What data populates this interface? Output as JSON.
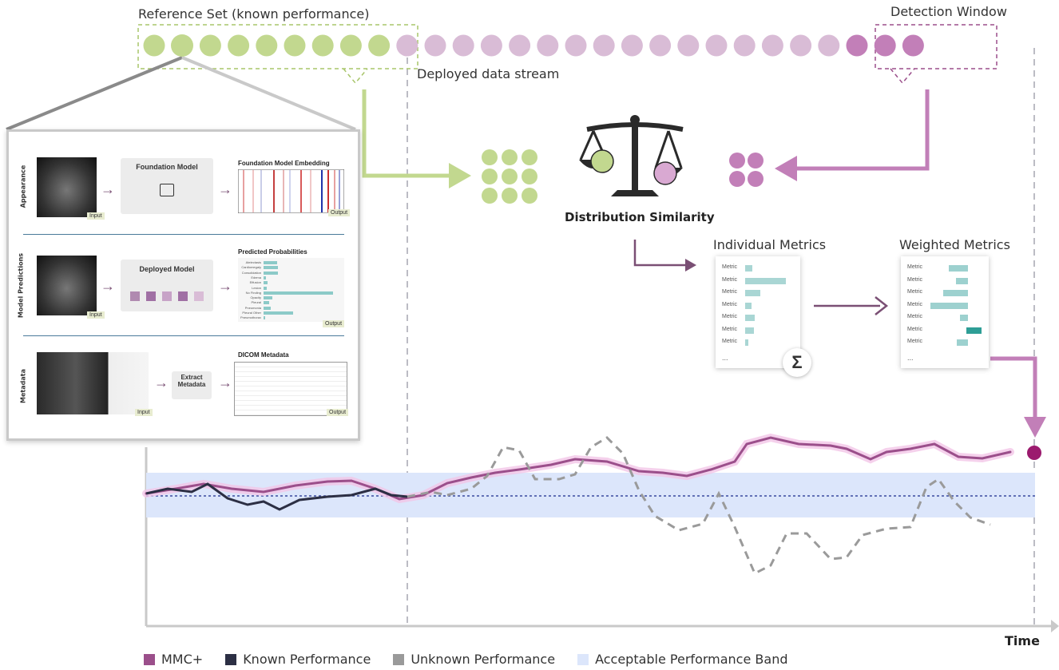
{
  "labels": {
    "reference_set": "Reference Set (known performance)",
    "detection_window": "Detection Window",
    "deployed_stream": "Deployed data stream",
    "distribution_similarity": "Distribution Similarity",
    "individual_metrics": "Individual Metrics",
    "weighted_metrics": "Weighted Metrics",
    "time_axis": "Time",
    "sum_symbol": "Σ"
  },
  "panel": {
    "rows": [
      {
        "side": "Appearance",
        "box": "Foundation Model",
        "out_title": "Foundation Model Embedding",
        "input": "Input",
        "output": "Output"
      },
      {
        "side": "Model Predictions",
        "box": "Deployed Model",
        "out_title": "Predicted Probabilities",
        "input": "Input",
        "output": "Output"
      },
      {
        "side": "Metadata",
        "box": "Extract\nMetadata",
        "out_title": "DICOM Metadata",
        "input": "Input",
        "output": "Output"
      }
    ],
    "prob_labels": [
      "Atelectasis",
      "Cardiomegaly",
      "Consolidation",
      "Edema",
      "Effusion",
      "Lesion",
      "No Finding",
      "Opacity",
      "Pleural",
      "Pneumonia",
      "Pleural Other",
      "Pneumothorax"
    ],
    "prob_values": [
      0.18,
      0.2,
      0.2,
      0.03,
      0.05,
      0.04,
      0.95,
      0.12,
      0.08,
      0.1,
      0.4,
      0.02
    ]
  },
  "metrics": {
    "row_label": "Metric",
    "ellipsis": "...",
    "individual_values": [
      0.1,
      0.6,
      0.22,
      0.09,
      0.14,
      0.13,
      0.05
    ],
    "weighted_values": [
      0.28,
      0.18,
      0.36,
      0.55,
      0.12,
      0.22,
      0.17
    ]
  },
  "legend": [
    {
      "label": "MMC+",
      "color": "#9b4f8b"
    },
    {
      "label": "Known Performance",
      "color": "#2c2f44"
    },
    {
      "label": "Unknown Performance",
      "color": "#9a9a9a"
    },
    {
      "label": "Acceptable Performance Band",
      "color": "#dce6fb"
    }
  ],
  "colors": {
    "green": "#c2d88f",
    "green_dark": "#a8c56a",
    "purple_light": "#d9bcd6",
    "purple": "#c27fb8",
    "purple_dark": "#9b4f8b",
    "band": "#dce6fb"
  },
  "icons": [
    "balance-scale-icon",
    "image-icon"
  ]
}
